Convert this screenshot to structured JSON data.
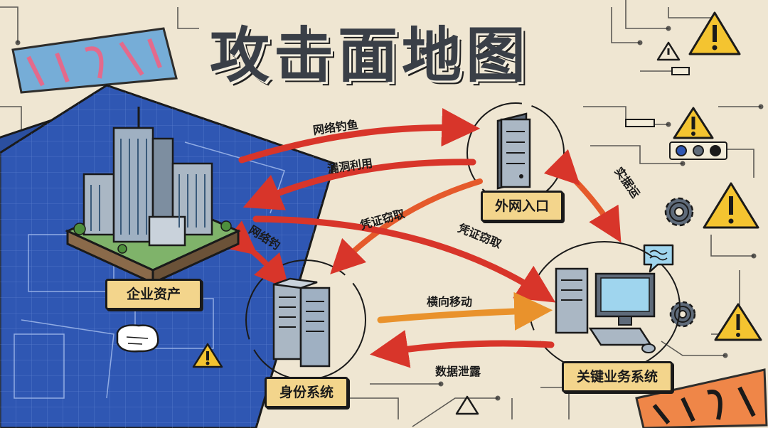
{
  "title": "攻击面地图",
  "colors": {
    "background": "#efe6d2",
    "blueprint": "#2f57b3",
    "arrow_red": "#d8352a",
    "arrow_orange": "#e9922c",
    "label_fill": "#f3d58c",
    "warning": "#f4c430",
    "ink": "#1a1a1a"
  },
  "nodes": {
    "enterprise_assets": {
      "label": "企业资产",
      "icon": "office-building-icon"
    },
    "external_entry": {
      "label": "外网入口",
      "icon": "server-icon"
    },
    "identity_system": {
      "label": "身份系统",
      "icon": "server-rack-icon"
    },
    "core_business": {
      "label": "关键业务系统",
      "icon": "desktop-computer-icon"
    }
  },
  "edges": {
    "phishing_top": "网络钓鱼",
    "vuln_exploit": "漏洞利用",
    "cred_theft_upper": "凭证窃取",
    "cred_theft_lower": "凭证窃取",
    "phishing_left": "网络钓",
    "lateral_move": "横向移动",
    "data_leak": "数据泄露",
    "exfil_partial": "实据运"
  },
  "decor": {
    "warning_icon": "warning-triangle-icon",
    "gear_icon": "gear-icon",
    "chat_icon": "chat-bubble-icon"
  }
}
